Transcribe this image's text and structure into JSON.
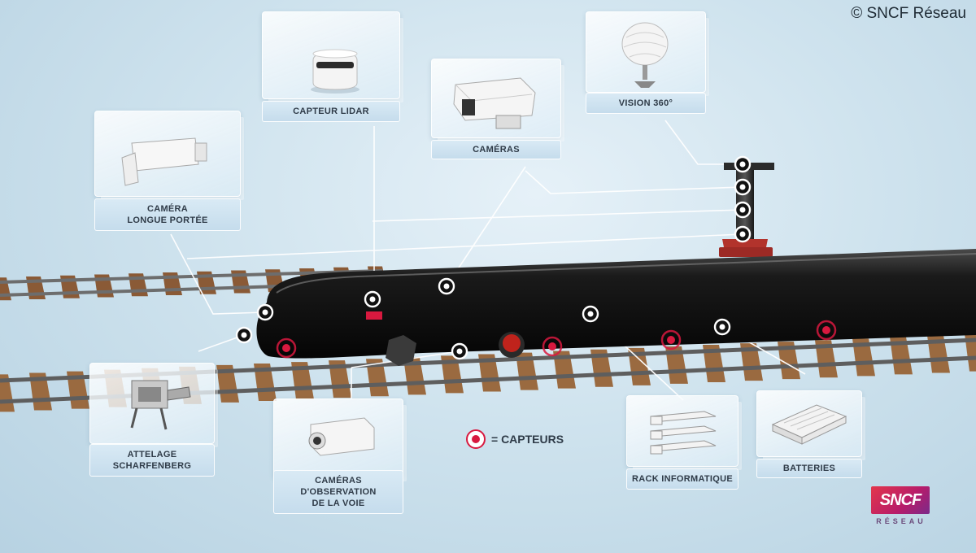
{
  "copyright": "© SNCF Réseau",
  "legend": {
    "text": "= CAPTEURS"
  },
  "logo": {
    "brand": "SNCF",
    "sub": "RÉSEAU"
  },
  "components": [
    {
      "id": "capteur-lidar",
      "label": "CAPTEUR LIDAR",
      "icon": "lidar-sensor-icon"
    },
    {
      "id": "cameras",
      "label": "CAMÉRAS",
      "icon": "camera-housing-icon"
    },
    {
      "id": "vision-360",
      "label": "VISION 360°",
      "icon": "dome-camera-icon"
    },
    {
      "id": "camera-longue-portee",
      "label": "CAMÉRA\nLONGUE PORTÉE",
      "icon": "long-range-camera-icon"
    },
    {
      "id": "attelage-scharfenberg",
      "label": "ATTELAGE\nSCHARFENBERG",
      "icon": "coupler-icon"
    },
    {
      "id": "cameras-observation",
      "label": "CAMÉRAS\nD'OBSERVATION\nDE LA VOIE",
      "icon": "track-camera-icon"
    },
    {
      "id": "rack-informatique",
      "label": "RACK INFORMATIQUE",
      "icon": "server-rack-icon"
    },
    {
      "id": "batteries",
      "label": "BATTERIES",
      "icon": "battery-pack-icon"
    }
  ],
  "colors": {
    "sensor": "#d8193f",
    "train": "#111111",
    "mast_base": "#b2332c",
    "panel_text": "#2f3b48"
  }
}
